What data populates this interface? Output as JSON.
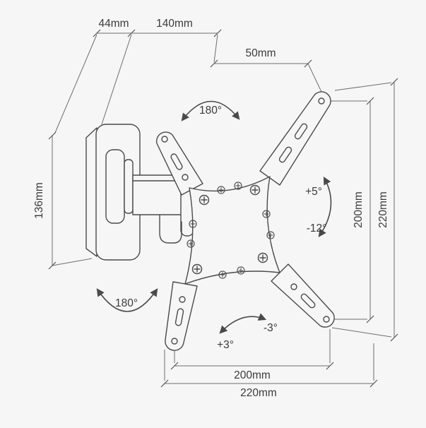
{
  "diagram": {
    "title": "tv-wall-mount-dimension-diagram",
    "dims": {
      "depth": "44mm",
      "arm_length": "140mm",
      "offset": "50mm",
      "plate_height": "136mm",
      "vesa_height_right": "200mm",
      "outer_height_right": "220mm",
      "vesa_width_bottom": "200mm",
      "outer_width_bottom": "220mm"
    },
    "angles": {
      "swivel_top": "180°",
      "swivel_bottom": "180°",
      "tilt_up": "+5°",
      "tilt_down": "-12°",
      "rotate_cw": "+3°",
      "rotate_ccw": "-3°"
    },
    "colors": {
      "background": "#f6f6f6",
      "line": "#4a4a4a",
      "dimension_line": "#6e6e6e",
      "text": "#3b3b3b"
    }
  }
}
